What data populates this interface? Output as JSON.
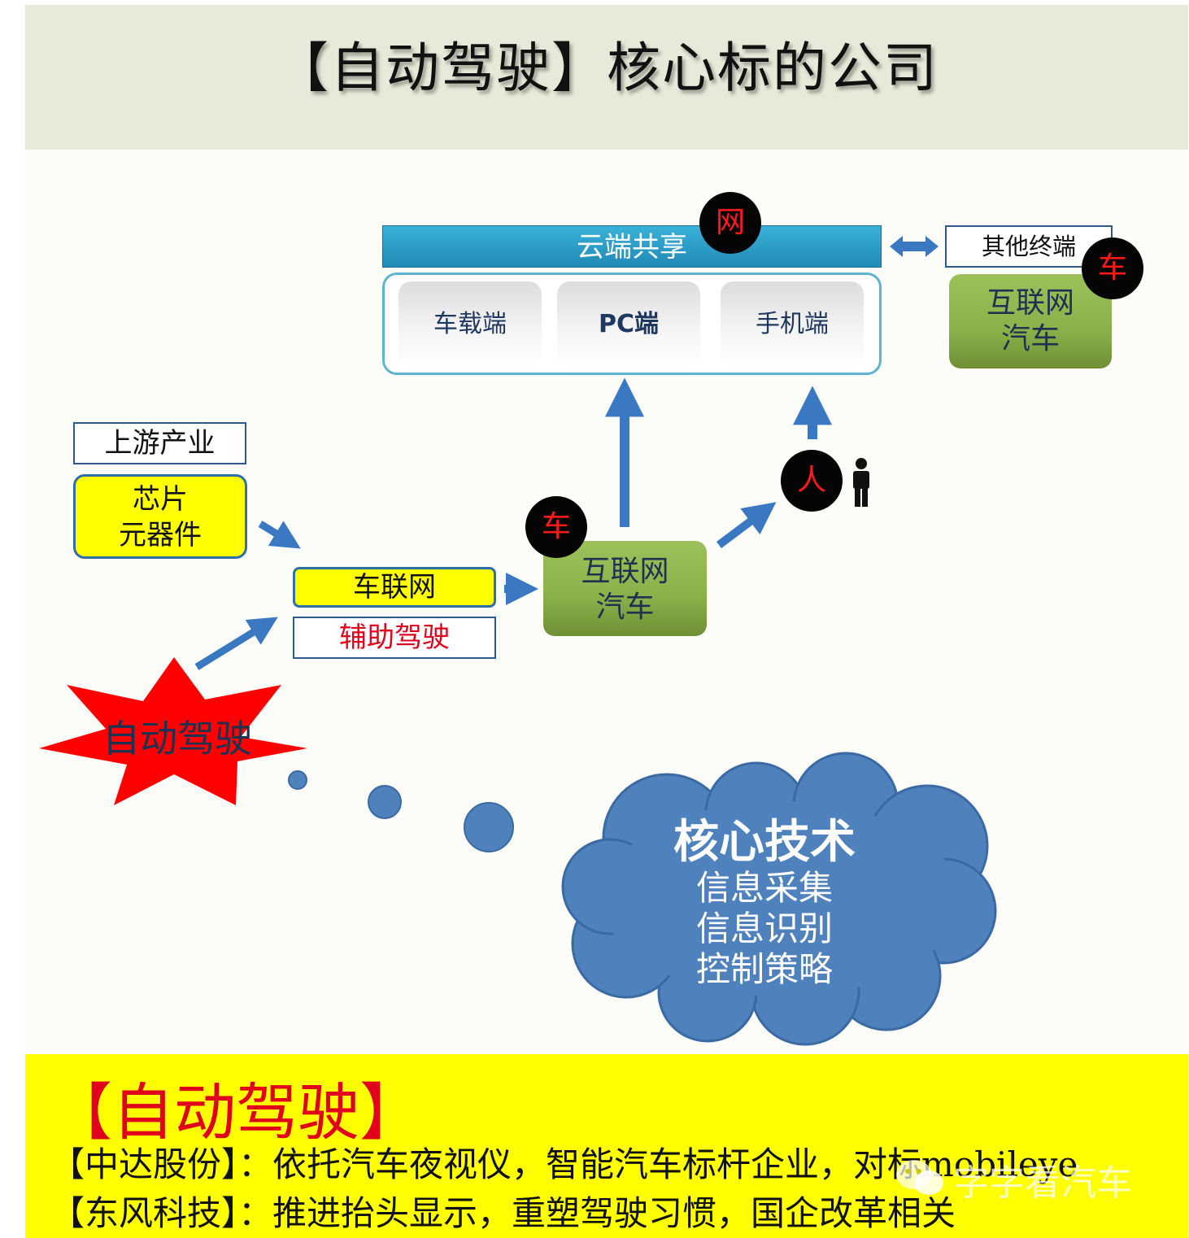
{
  "header": {
    "title": "【自动驾驶】核心标的公司"
  },
  "cloud": {
    "label": "云端共享",
    "badge": "网"
  },
  "devices": [
    {
      "label": "车载端"
    },
    {
      "label": "PC端"
    },
    {
      "label": "手机端"
    }
  ],
  "other_terminal": {
    "label": "其他终端",
    "badge": "车",
    "car_line1": "互联网",
    "car_line2": "汽车"
  },
  "upstream": {
    "label": "上游产业",
    "chip_line1": "芯片",
    "chip_line2": "元器件"
  },
  "iov": {
    "label": "车联网"
  },
  "adas": {
    "label": "辅助驾驶"
  },
  "connected_car": {
    "line1": "互联网",
    "line2": "汽车",
    "badge": "车"
  },
  "person": {
    "badge": "人",
    "icon": "person-icon"
  },
  "star": {
    "label": "自动驾驶"
  },
  "core_tech": {
    "title": "核心技术",
    "items": [
      "信息采集",
      "信息识别",
      "控制策略"
    ]
  },
  "footer": {
    "heading": "【自动驾驶】",
    "rows": [
      {
        "company": "【中达股份】",
        "sep": "：",
        "desc": "依托汽车夜视仪，智能汽车标杆企业，对标mobileye"
      },
      {
        "company": "【东风科技】",
        "sep": "：",
        "desc": "推进抬头显示，重塑驾驶习惯，国企改革相关"
      }
    ]
  },
  "watermark": {
    "text": "字字看汽车",
    "icon": "wechat-icon"
  },
  "colors": {
    "header_bg": "#e6ead8",
    "footer_bg": "#ffff00",
    "accent_red": "#e0001b",
    "arrow_blue": "#3a78c2",
    "green_box": "#8ab04a",
    "cloud_blue": "#4f81bd",
    "cloud_bar": "#2a9fcc"
  }
}
